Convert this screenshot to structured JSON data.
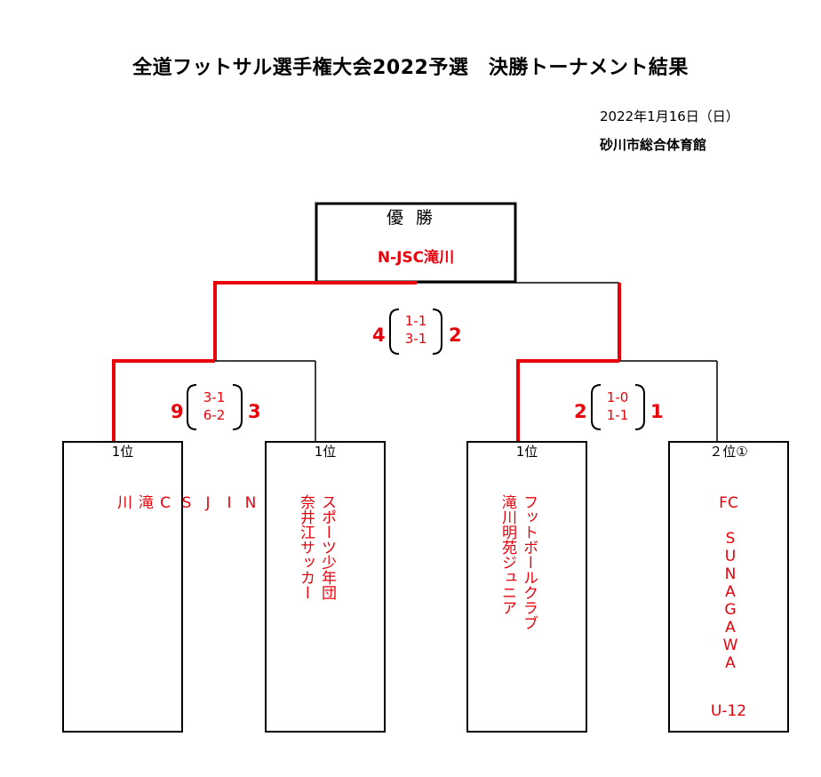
{
  "header": {
    "title": "全道フットサル選手権大会2022予選　決勝トーナメント結果",
    "date": "2022年1月16日（日）",
    "venue": "砂川市総合体育館"
  },
  "final": {
    "label": "優勝",
    "winner": "N-JSC滝川",
    "score_left": "4",
    "score_right": "2",
    "half1": "1-1",
    "half2": "3-1"
  },
  "semi_left": {
    "score_left": "9",
    "score_right": "3",
    "half1": "3-1",
    "half2": "6-2"
  },
  "semi_right": {
    "score_left": "2",
    "score_right": "1",
    "half1": "1-0",
    "half2": "1-1"
  },
  "teams": [
    {
      "rank": "1位",
      "name": "N\nI\nJ\nS\nC\n滝\n川"
    },
    {
      "rank": "1位",
      "name": "スポーツ少年団\n奈井江サッカー"
    },
    {
      "rank": "1位",
      "name": "フットボールクラブ\n滝川明苑ジュニア"
    },
    {
      "rank": "２位①",
      "name": "FC",
      "name2": "SUNAGAWA",
      "name3": "U-12"
    }
  ],
  "colors": {
    "winner_line": "#e8000b",
    "line": "#000000",
    "text_red": "#e8000b"
  }
}
